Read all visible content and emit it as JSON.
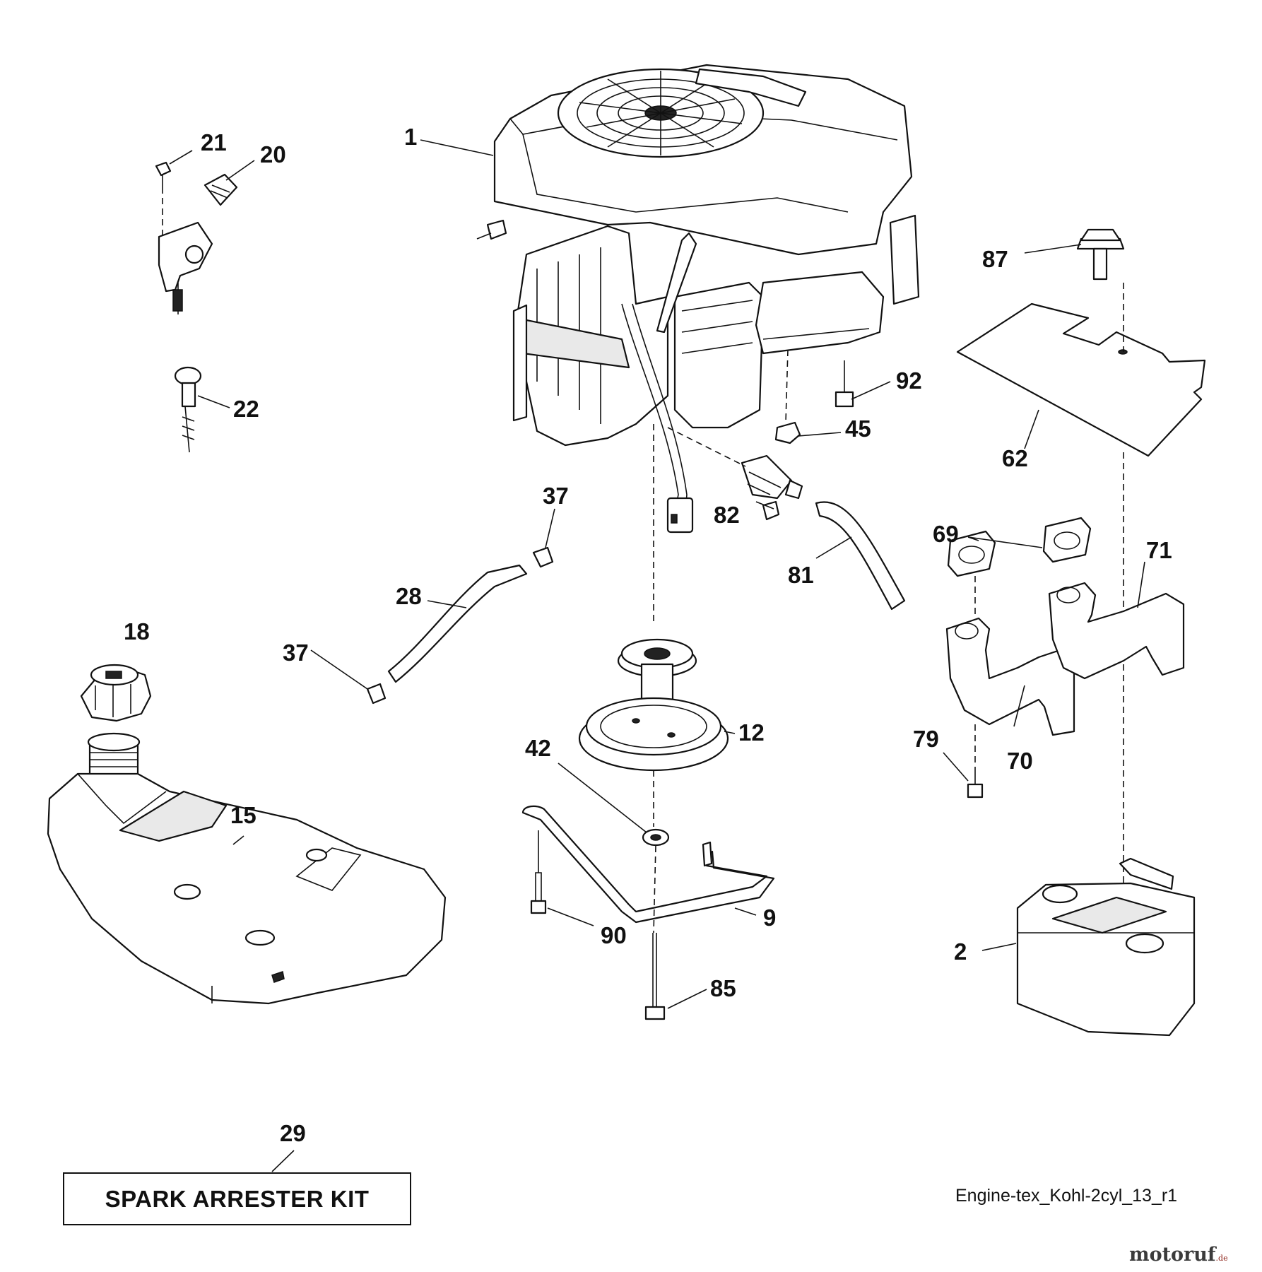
{
  "diagram": {
    "code": "Engine-tex_Kohl-2cyl_13_r1",
    "kit_label": "SPARK ARRESTER KIT",
    "watermark": {
      "text": "motoruf",
      "tld": ".de"
    },
    "callouts": [
      {
        "id": "c1",
        "text": "1"
      },
      {
        "id": "c21",
        "text": "21"
      },
      {
        "id": "c20",
        "text": "20"
      },
      {
        "id": "c22",
        "text": "22"
      },
      {
        "id": "c87",
        "text": "87"
      },
      {
        "id": "c92",
        "text": "92"
      },
      {
        "id": "c45",
        "text": "45"
      },
      {
        "id": "c62",
        "text": "62"
      },
      {
        "id": "c37a",
        "text": "37"
      },
      {
        "id": "c82",
        "text": "82"
      },
      {
        "id": "c81",
        "text": "81"
      },
      {
        "id": "c69",
        "text": "69"
      },
      {
        "id": "c71",
        "text": "71"
      },
      {
        "id": "c28",
        "text": "28"
      },
      {
        "id": "c18",
        "text": "18"
      },
      {
        "id": "c37b",
        "text": "37"
      },
      {
        "id": "c12",
        "text": "12"
      },
      {
        "id": "c42",
        "text": "42"
      },
      {
        "id": "c79",
        "text": "79"
      },
      {
        "id": "c70",
        "text": "70"
      },
      {
        "id": "c15",
        "text": "15"
      },
      {
        "id": "c9",
        "text": "9"
      },
      {
        "id": "c90",
        "text": "90"
      },
      {
        "id": "c2",
        "text": "2"
      },
      {
        "id": "c85",
        "text": "85"
      },
      {
        "id": "c29",
        "text": "29"
      }
    ]
  }
}
